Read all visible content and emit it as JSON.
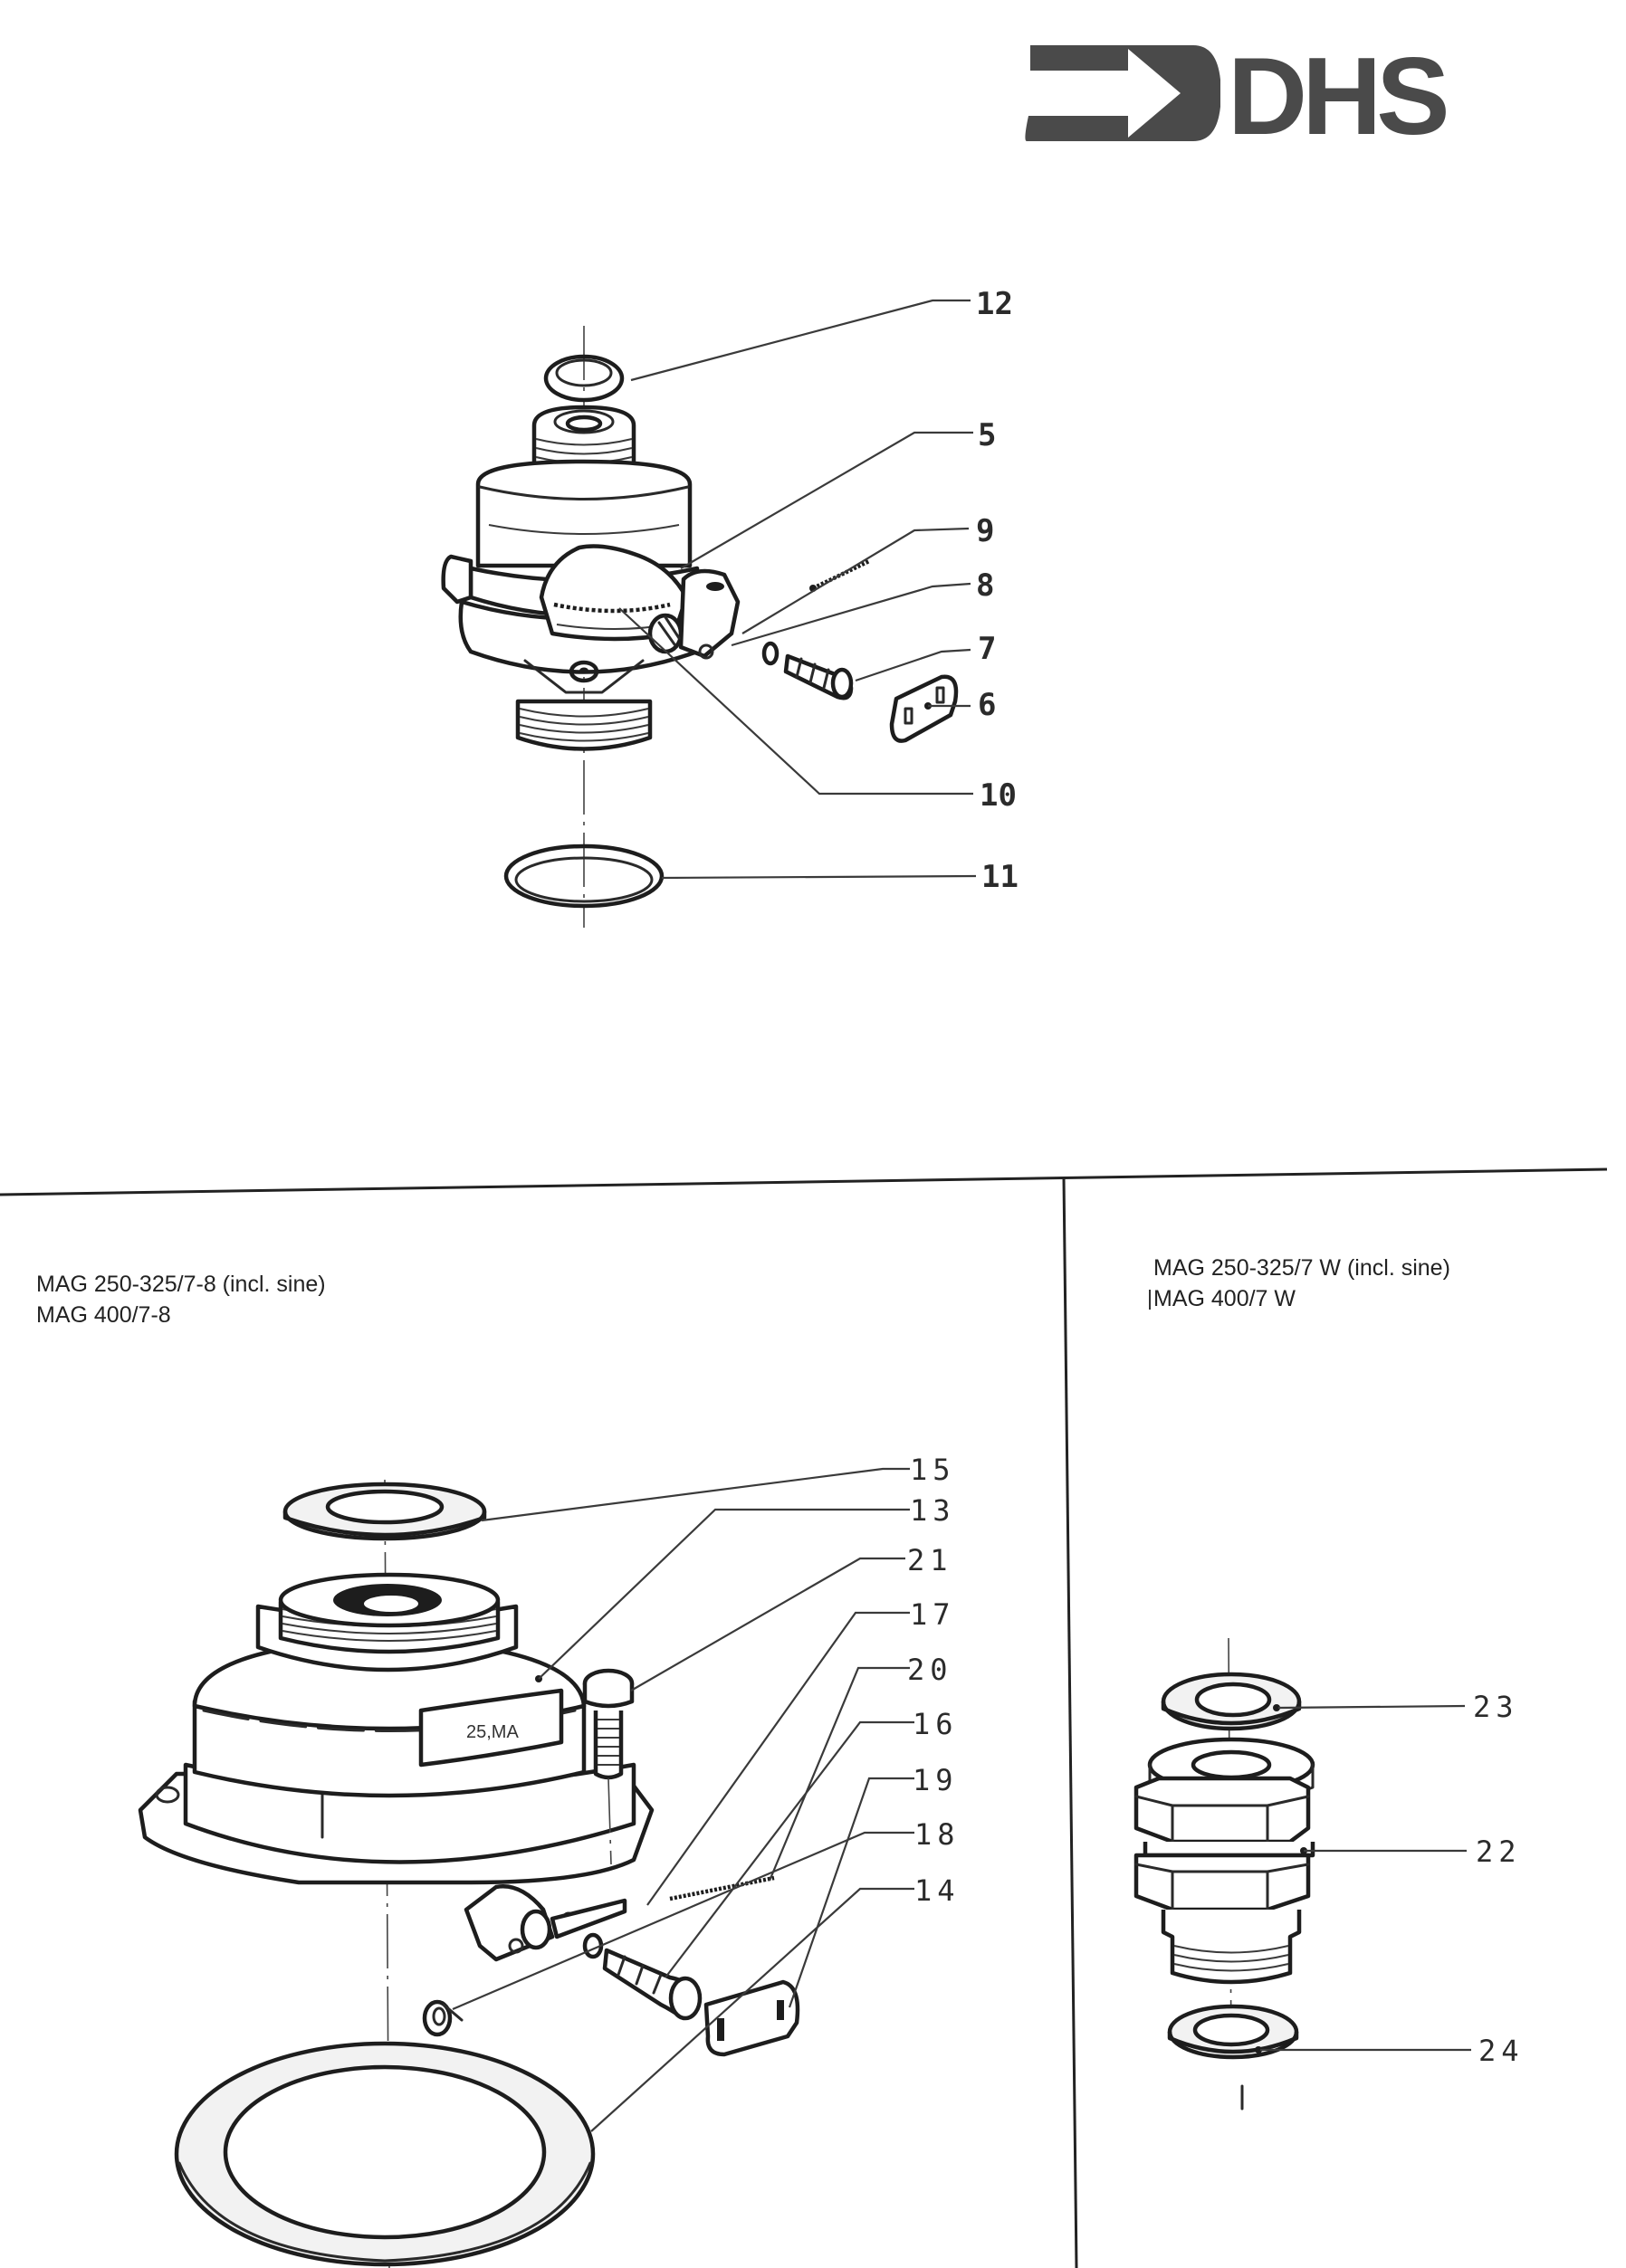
{
  "brand": {
    "logo_text": "DHS",
    "logo_icon": "arrow-bracket-icon",
    "logo_color": "#4a4a4a"
  },
  "top_diagram": {
    "callouts": [
      {
        "id": "12",
        "label": "12",
        "part": "sealing-ring-top"
      },
      {
        "id": "5",
        "label": "5",
        "part": "valve-body"
      },
      {
        "id": "9",
        "label": "9",
        "part": "spring"
      },
      {
        "id": "8",
        "label": "8",
        "part": "small-washer"
      },
      {
        "id": "7",
        "label": "7",
        "part": "pin"
      },
      {
        "id": "6",
        "label": "6",
        "part": "cover-plate"
      },
      {
        "id": "10",
        "label": "10",
        "part": "internal-ring"
      },
      {
        "id": "11",
        "label": "11",
        "part": "sealing-ring-bottom"
      }
    ]
  },
  "bottom_left": {
    "models": [
      "MAG 250-325/7-8 (incl. sine)",
      "MAG 400/7-8"
    ],
    "plate_text": "25,MA",
    "callouts": [
      {
        "id": "15",
        "label": "15",
        "part": "top-gasket"
      },
      {
        "id": "13",
        "label": "13",
        "part": "valve-housing"
      },
      {
        "id": "21",
        "label": "21",
        "part": "screw"
      },
      {
        "id": "17",
        "label": "17",
        "part": "lever-bracket"
      },
      {
        "id": "20",
        "label": "20",
        "part": "spring"
      },
      {
        "id": "16",
        "label": "16",
        "part": "pin"
      },
      {
        "id": "19",
        "label": "19",
        "part": "cover-plate"
      },
      {
        "id": "18",
        "label": "18",
        "part": "nut"
      },
      {
        "id": "14",
        "label": "14",
        "part": "bottom-gasket"
      }
    ]
  },
  "bottom_right": {
    "models": [
      "MAG 250-325/7 W  (incl. sine)",
      "MAG 400/7 W"
    ],
    "callouts": [
      {
        "id": "23",
        "label": "23",
        "part": "top-washer"
      },
      {
        "id": "22",
        "label": "22",
        "part": "hex-fitting"
      },
      {
        "id": "24",
        "label": "24",
        "part": "bottom-washer"
      }
    ]
  }
}
